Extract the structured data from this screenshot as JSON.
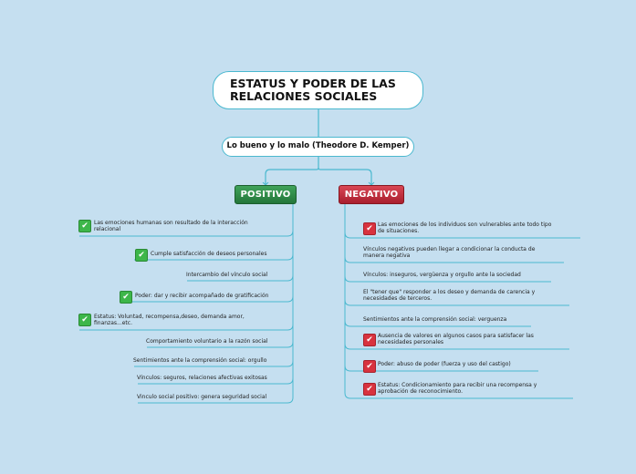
{
  "root": {
    "line1": "ESTATUS Y PODER DE LAS",
    "line2": "RELACIONES SOCIALES"
  },
  "subtitle": "Lo bueno y lo malo (Theodore D. Kemper)",
  "positive": {
    "label": "POSITIVO",
    "color": "#2e8b47",
    "items": [
      {
        "lines": [
          "Las emociones humanas son resultado de la interacción",
          "relacional"
        ],
        "check": true
      },
      {
        "lines": [
          "Cumple satisfacción de deseos personales"
        ],
        "check": true
      },
      {
        "lines": [
          "Intercambio del vínculo social"
        ],
        "check": false
      },
      {
        "lines": [
          "Poder: dar y recibir acompañado de gratificación"
        ],
        "check": true
      },
      {
        "lines": [
          "Estatus: Voluntad, recompensa,deseo, demanda amor,",
          "finanzas...etc."
        ],
        "check": true
      },
      {
        "lines": [
          "Comportamiento voluntario a la razón social"
        ],
        "check": false
      },
      {
        "lines": [
          "Sentimientos ante la comprensión social: orgullo"
        ],
        "check": false
      },
      {
        "lines": [
          "Vínculos: seguros, relaciones afectivas exitosas"
        ],
        "check": false
      },
      {
        "lines": [
          "Vinculo social positivo: genera seguridad social"
        ],
        "check": false
      }
    ]
  },
  "negative": {
    "label": "NEGATIVO",
    "color": "#c22c3a",
    "items": [
      {
        "lines": [
          "Las emociones de los individuos son vulnerables ante todo tipo",
          "de situaciones."
        ],
        "check": true
      },
      {
        "lines": [
          "Vínculos negativos pueden llegar a condicionar la conducta de",
          "manera negativa"
        ],
        "check": false
      },
      {
        "lines": [
          "Vínculos: inseguros, vergüenza y orgullo ante la sociedad"
        ],
        "check": false
      },
      {
        "lines": [
          "El \"tener que\" responder a los deseo y demanda de carencia y",
          "necesidades de terceros."
        ],
        "check": false
      },
      {
        "lines": [
          "Sentimientos ante la comprensión social: verguenza"
        ],
        "check": false
      },
      {
        "lines": [
          "Ausencia de valores en algunos casos para satisfacer las",
          "necesidades personales"
        ],
        "check": true
      },
      {
        "lines": [
          "Poder: abuso de poder (fuerza y uso del castigo)"
        ],
        "check": true
      },
      {
        "lines": [
          "Estatus: Condicionamiento para recibir una recompensa y",
          "aprobación de reconocimiento."
        ],
        "check": true
      }
    ]
  },
  "colors": {
    "line": "#4ab8cf",
    "background": "#c5dff0"
  }
}
